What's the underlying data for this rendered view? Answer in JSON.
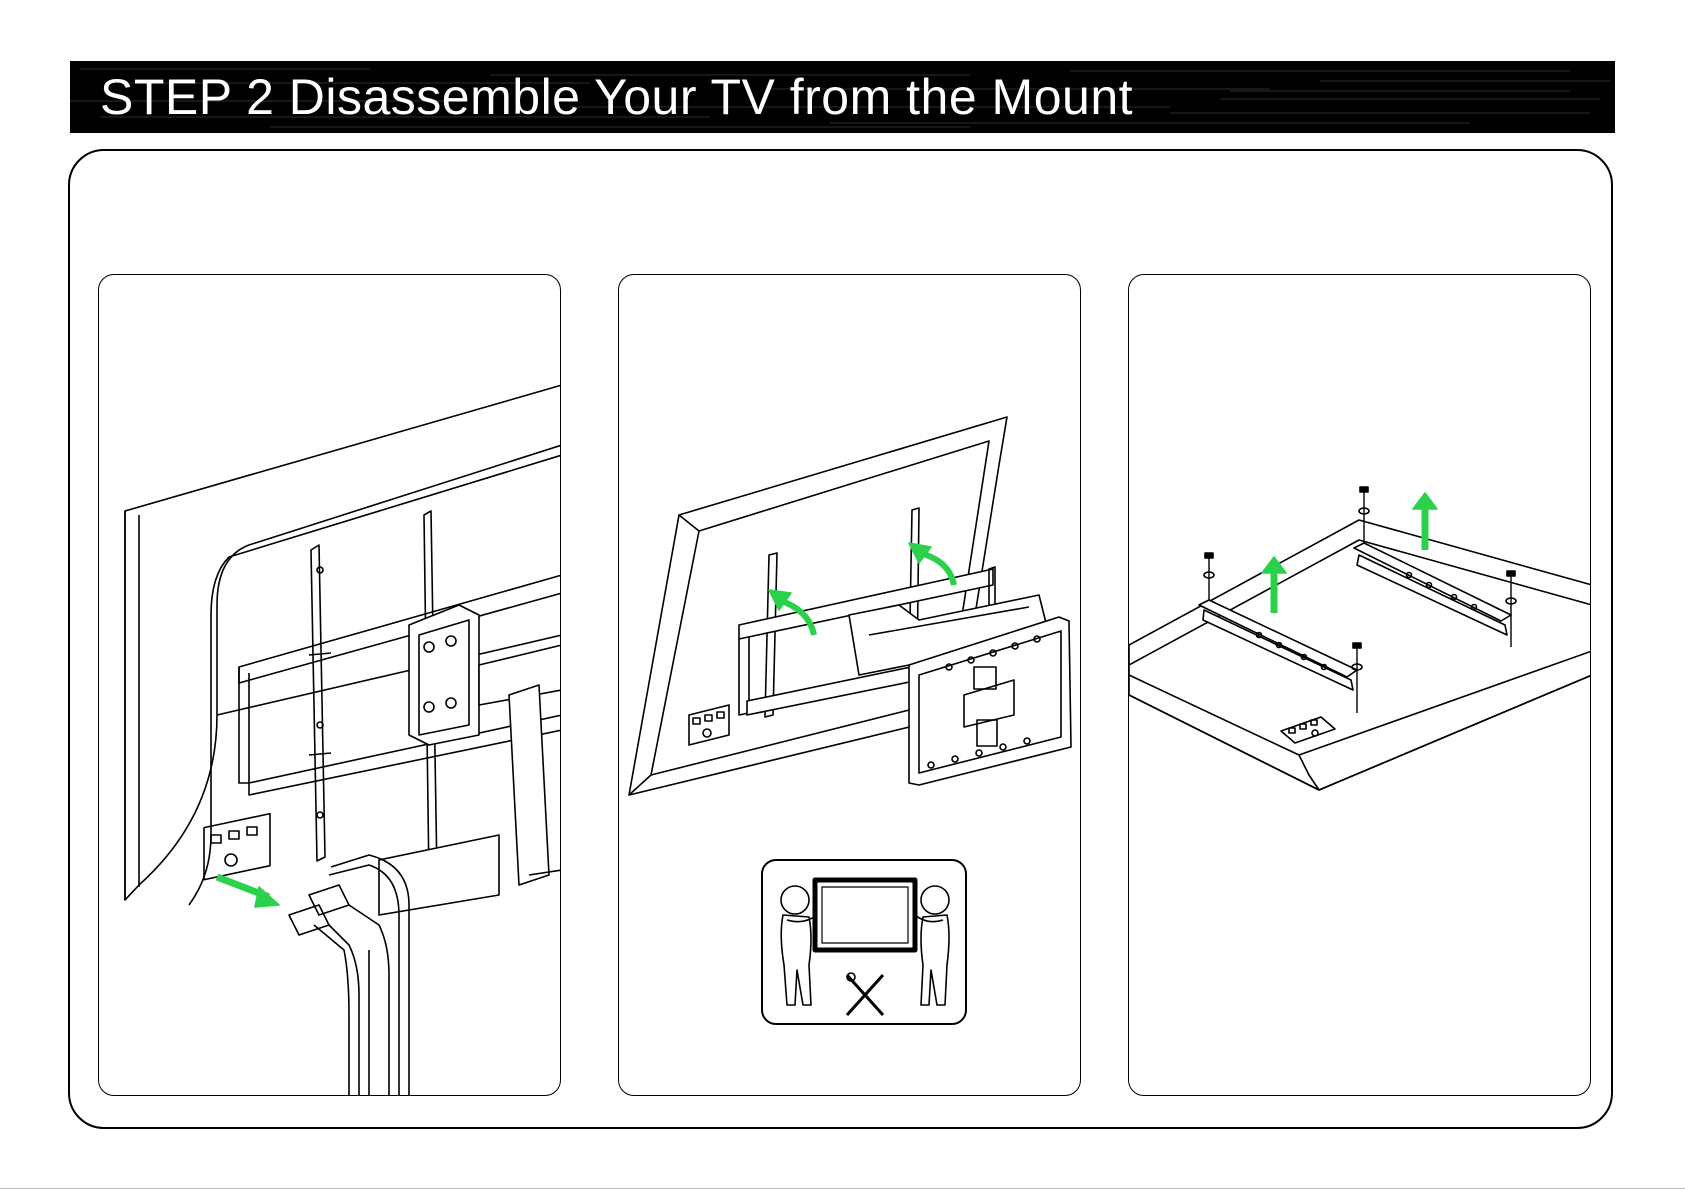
{
  "header": {
    "title": "STEP 2 Disassemble Your TV from the Mount"
  },
  "colors": {
    "accent_arrow": "#2bd14a",
    "header_background": "#000000",
    "line_art": "#000000"
  },
  "panels": [
    {
      "id": "panel-1",
      "icon": "disconnect-cables-illustration",
      "arrows": 1
    },
    {
      "id": "panel-2",
      "icon": "lift-tv-off-wall-plate-illustration",
      "arrows": 2,
      "badge_icon": "two-person-lift-icon"
    },
    {
      "id": "panel-3",
      "icon": "remove-brackets-from-tv-illustration",
      "arrows": 2
    }
  ]
}
